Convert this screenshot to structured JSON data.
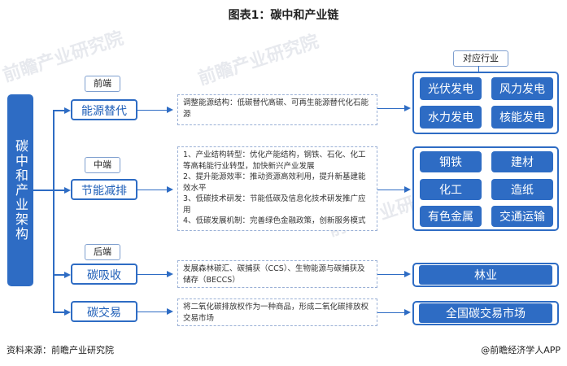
{
  "title": "图表1：碳中和产业链",
  "root": "碳中和产业架构",
  "right_header": "对应行业",
  "stages": [
    "前端",
    "中端",
    "后端"
  ],
  "rows": [
    {
      "sector": "能源替代",
      "desc": "调整能源结构：低碳替代高碳、可再生能源替代化石能源",
      "industries": [
        "光伏发电",
        "风力发电",
        "水力发电",
        "核能发电"
      ]
    },
    {
      "sector": "节能减排",
      "desc": "1、产业结构转型：优化产能结构，钢铁、石化、化工等高耗能行业转型，加快新兴产业发展\n2、提升能源效率：推动资源高效利用，提升新基建能效水平\n3、低碳技术研发：节能低碳及信息化技术研发推广应用\n4、低碳发展机制：完善绿色金融政策，创新服务模式",
      "industries": [
        "钢铁",
        "建材",
        "化工",
        "造纸",
        "有色金属",
        "交通运输"
      ]
    },
    {
      "sector": "碳吸收",
      "desc": "发展森林碳汇、碳捕获（CCS）、生物能源与碳捕获及储存（BECCS）",
      "industries": [
        "林业"
      ]
    },
    {
      "sector": "碳交易",
      "desc": "将二氧化碳排放权作为一种商品，形成二氧化碳排放权交易市场",
      "industries": [
        "全国碳交易市场"
      ]
    }
  ],
  "source": "资料来源：前瞻产业研究院",
  "credit": "@前瞻经济学人APP",
  "watermark": "前瞻产业研究院"
}
